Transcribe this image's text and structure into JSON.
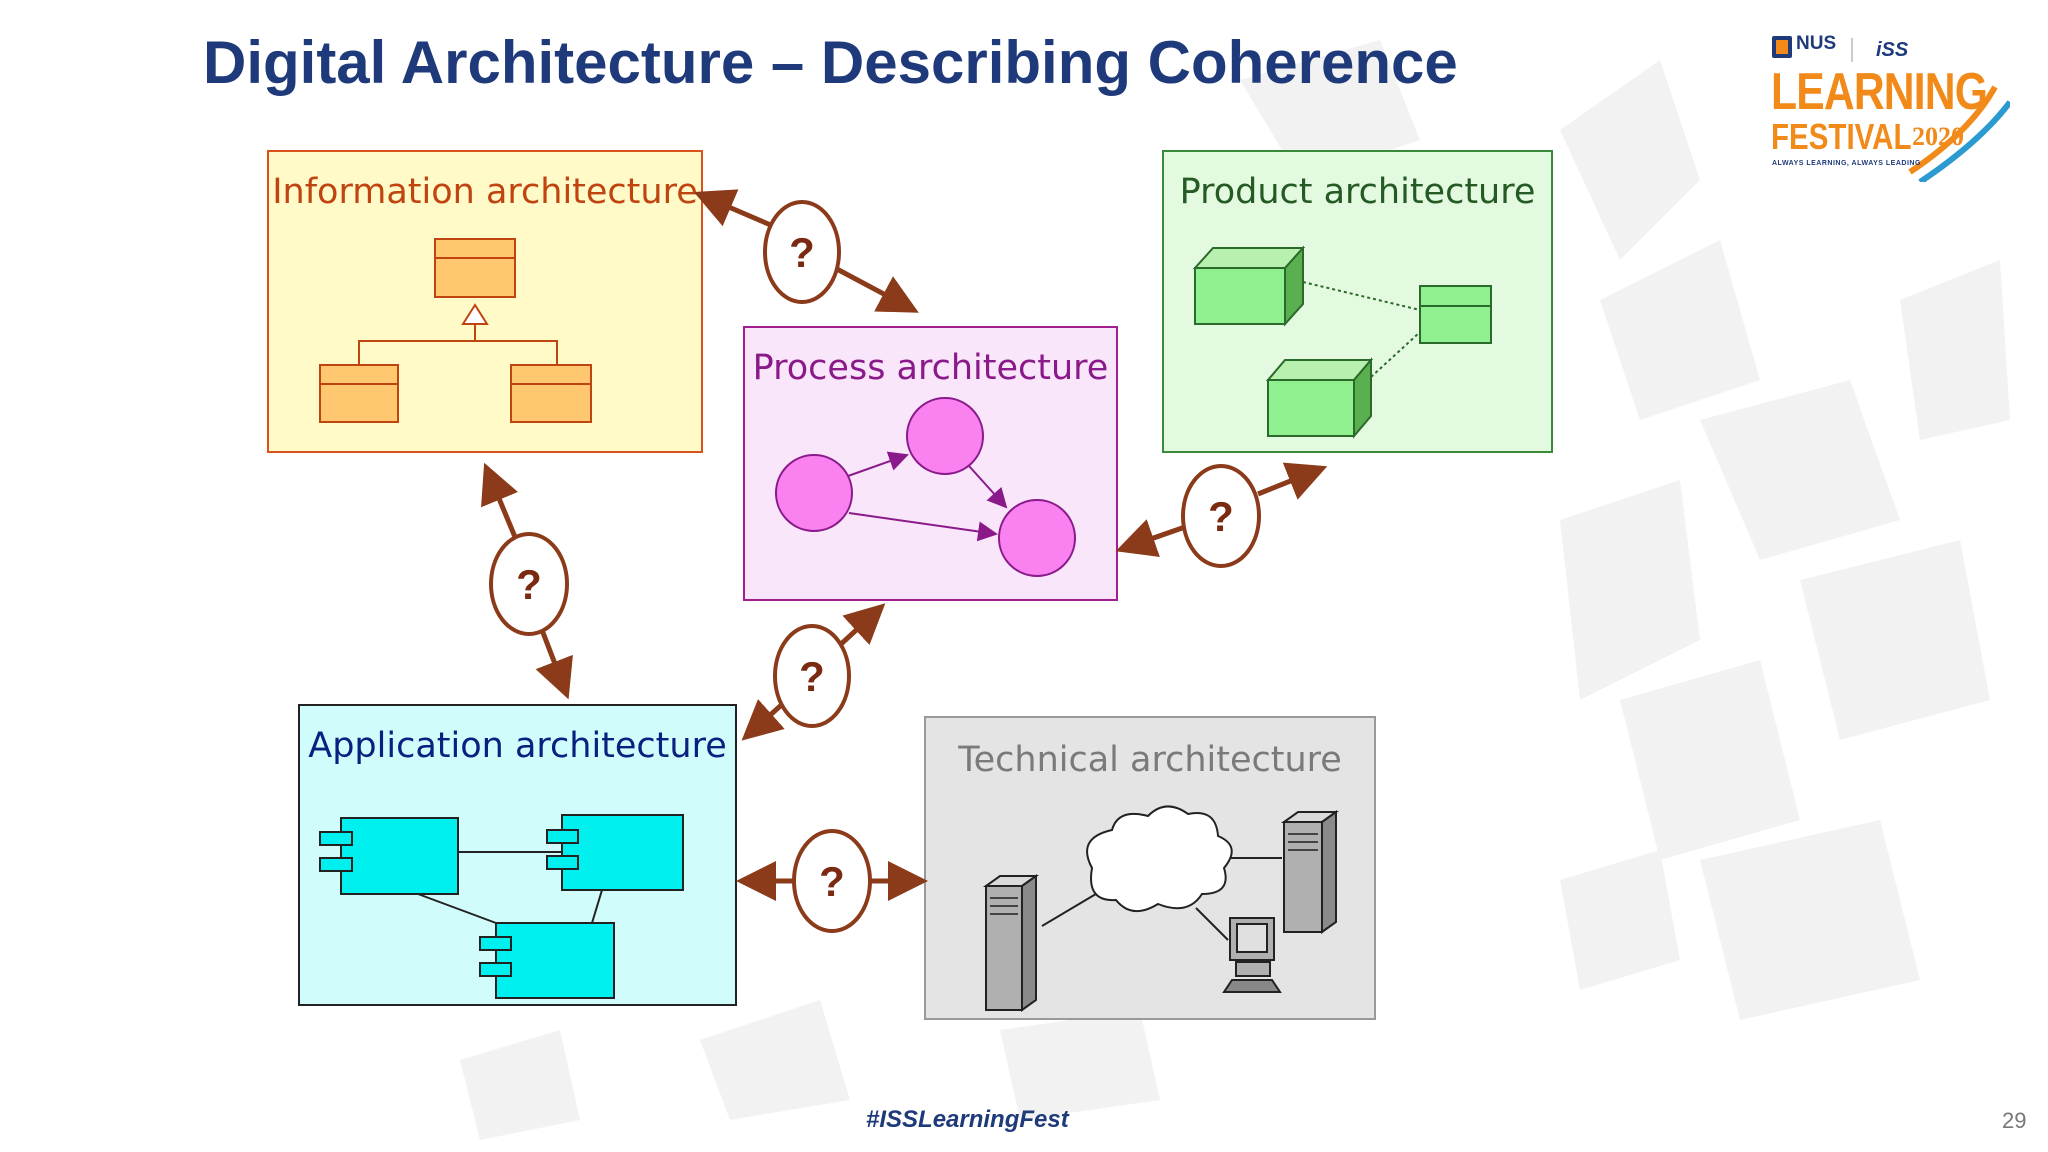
{
  "title": "Digital Architecture – Describing Coherence",
  "boxes": {
    "information": "Information architecture",
    "process": "Process architecture",
    "product": "Product architecture",
    "application": "Application architecture",
    "technical": "Technical architecture"
  },
  "connector_symbol": "?",
  "footer": {
    "hashtag": "#ISSLearningFest",
    "page_number": "29"
  },
  "logo": {
    "nus": "NUS",
    "iss": "iSS",
    "line1": "LEARNING",
    "line2": "FESTIVAL",
    "year": "2020",
    "tagline": "ALWAYS LEARNING, ALWAYS LEADING"
  },
  "colors": {
    "title": "#1f3a7a",
    "connector": "#8b3a1a",
    "information_fill": "#fffac8",
    "process_fill": "#fae6fa",
    "product_fill": "#e4fae0",
    "application_fill": "#d0fcfc",
    "technical_fill": "#e4e4e4",
    "logo_orange": "#f28a1a"
  }
}
